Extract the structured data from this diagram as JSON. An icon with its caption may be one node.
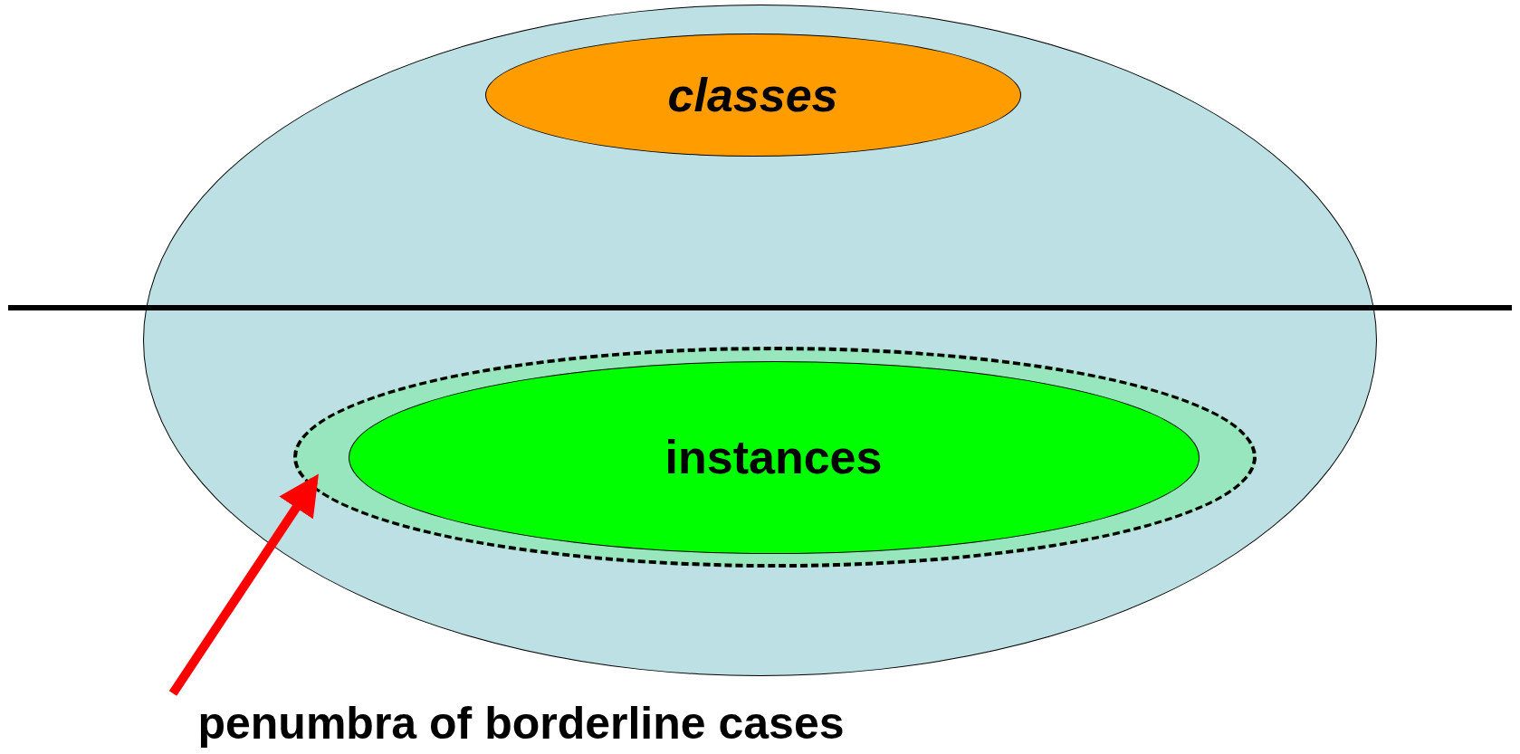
{
  "diagram": {
    "nodes": [
      {
        "text": [],
        "shape": "ellipse"
      },
      {
        "text": [
          "classes"
        ],
        "in": 0
      },
      {
        "text": [],
        "shape": "ellipse",
        "in": 0
      },
      {
        "text": [
          "instances"
        ],
        "in": 2
      },
      {
        "text": [
          "penumbra of borderline cases"
        ]
      }
    ],
    "edges": [
      {
        "from": 4,
        "to": 2,
        "arrow": "to",
        "color": "#ff0000"
      }
    ]
  }
}
